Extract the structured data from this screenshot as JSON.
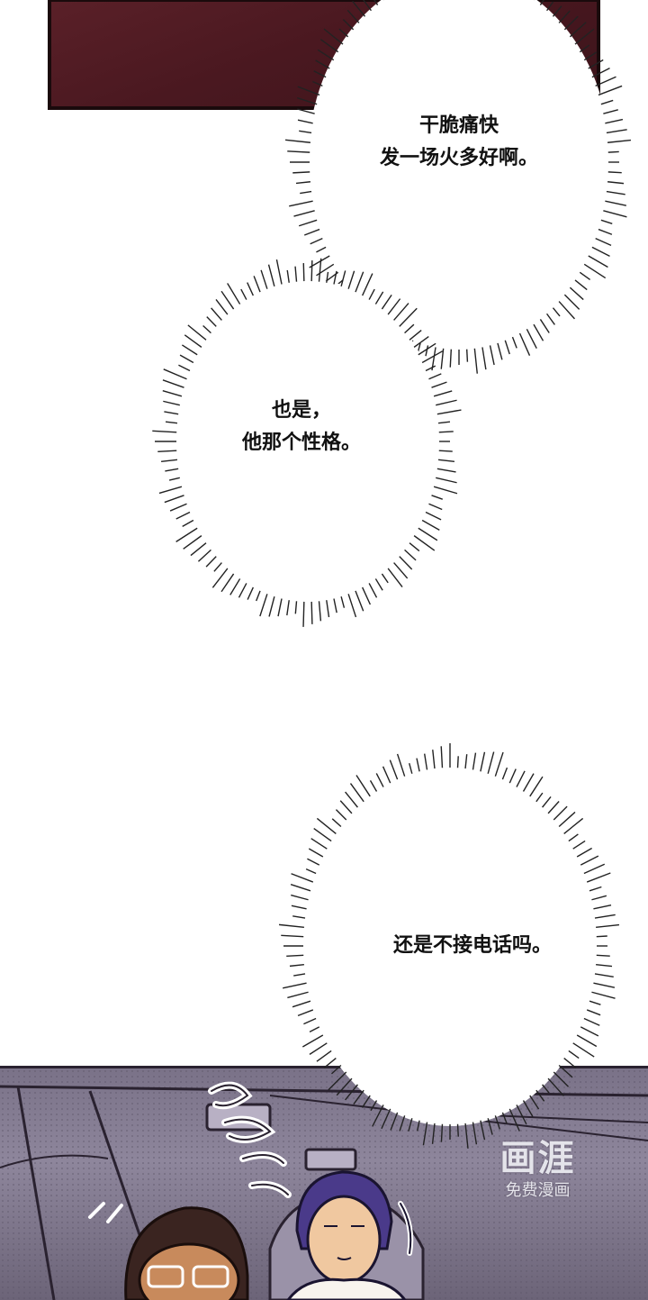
{
  "bubbles": [
    {
      "lines": [
        "干脆痛快",
        "发一场火多好啊。"
      ]
    },
    {
      "lines": [
        "也是，",
        "他那个性格。"
      ]
    },
    {
      "lines": [
        "还是不接电话吗。"
      ]
    }
  ],
  "watermark": {
    "logo": "画涯",
    "subtitle": "免费漫画"
  },
  "colors": {
    "top_panel": "#4a1820",
    "bottom_panel": "#8e869c",
    "text": "#111111"
  }
}
